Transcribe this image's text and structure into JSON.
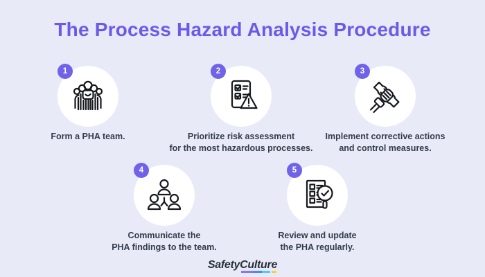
{
  "title": "The Process Hazard Analysis Procedure",
  "steps": [
    {
      "number": "1",
      "icon": "team-icon",
      "lines": [
        "Form a PHA team."
      ]
    },
    {
      "number": "2",
      "icon": "risk-assessment-checklist-icon",
      "lines": [
        "Prioritize risk assessment",
        "for the most hazardous processes."
      ]
    },
    {
      "number": "3",
      "icon": "wrench-in-hand-icon",
      "lines": [
        "Implement corrective actions",
        "and control measures."
      ]
    },
    {
      "number": "4",
      "icon": "communicate-team-icon",
      "lines": [
        "Communicate the",
        "PHA findings to the team."
      ]
    },
    {
      "number": "5",
      "icon": "review-checklist-magnifier-icon",
      "lines": [
        "Review and update",
        "the PHA regularly."
      ]
    }
  ],
  "footer": {
    "brand_part1": "Safety",
    "brand_part2": "Culture"
  },
  "colors": {
    "background": "#E8EAF7",
    "title_purple": "#6B5AEA",
    "badge_purple": "#7063E8",
    "step_text": "#333B4A",
    "icon_stroke": "#16181D",
    "circle_fill": "#FFFFFF",
    "logo_navy": "#262F3B",
    "underline_purple": "#8678F0",
    "underline_blue": "#4C86F8",
    "underline_cyan": "#45D0F2",
    "underline_yellow": "#FFCC3D"
  }
}
